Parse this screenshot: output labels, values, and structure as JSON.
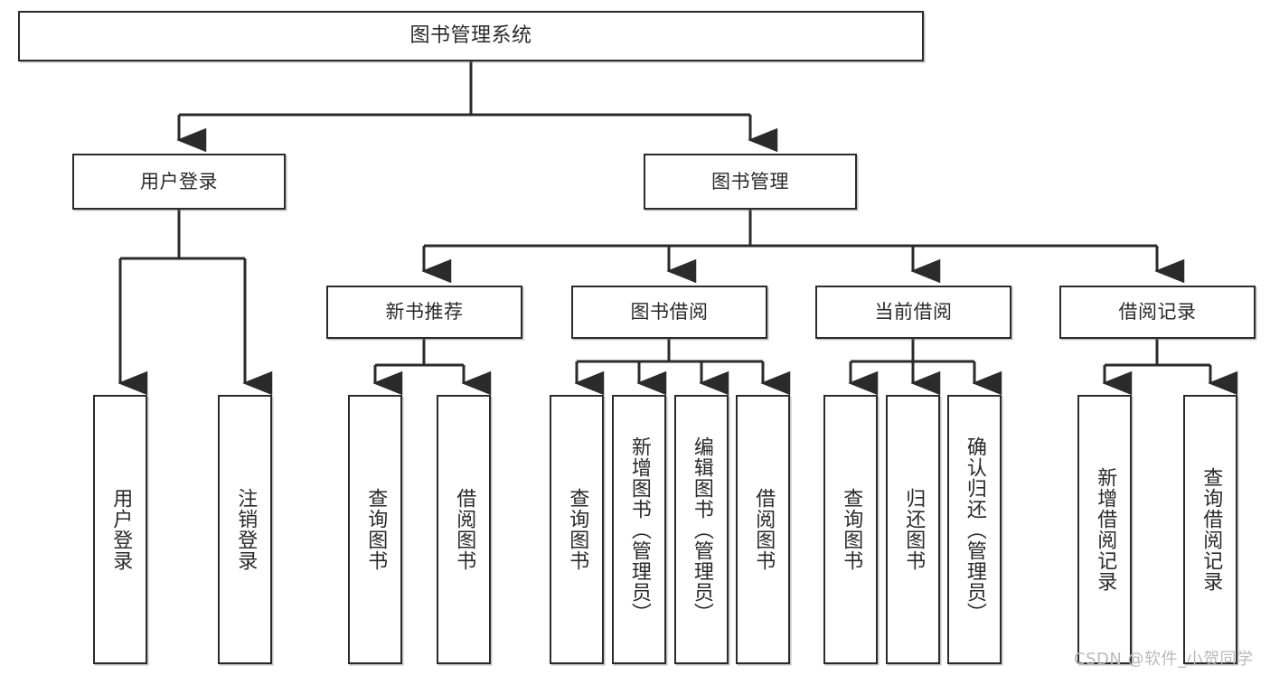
{
  "diagram": {
    "title": "图书管理系统",
    "type": "hierarchy-tree",
    "root": {
      "label": "图书管理系统"
    },
    "level2": [
      {
        "label": "用户登录"
      },
      {
        "label": "图书管理"
      }
    ],
    "level3": [
      {
        "label": "新书推荐"
      },
      {
        "label": "图书借阅"
      },
      {
        "label": "当前借阅"
      },
      {
        "label": "借阅记录"
      }
    ],
    "leaves": {
      "user_login": [
        {
          "label": "用户登录"
        },
        {
          "label": "注销登录"
        }
      ],
      "new_book_recommend": [
        {
          "label": "查询图书"
        },
        {
          "label": "借阅图书"
        }
      ],
      "book_borrow": [
        {
          "label": "查询图书"
        },
        {
          "label": "新增图书（管理员）"
        },
        {
          "label": "编辑图书（管理员）"
        },
        {
          "label": "借阅图书"
        }
      ],
      "current_borrow": [
        {
          "label": "查询图书"
        },
        {
          "label": "归还图书"
        },
        {
          "label": "确认归还（管理员）"
        }
      ],
      "borrow_record": [
        {
          "label": "新增借阅记录"
        },
        {
          "label": "查询借阅记录"
        }
      ]
    }
  },
  "watermark": {
    "text": "CSDN @软件_小贺同学"
  },
  "colors": {
    "border": "#2b2b2b",
    "text": "#2a2a2a",
    "background": "#ffffff",
    "watermark": "#b9b9b9"
  }
}
